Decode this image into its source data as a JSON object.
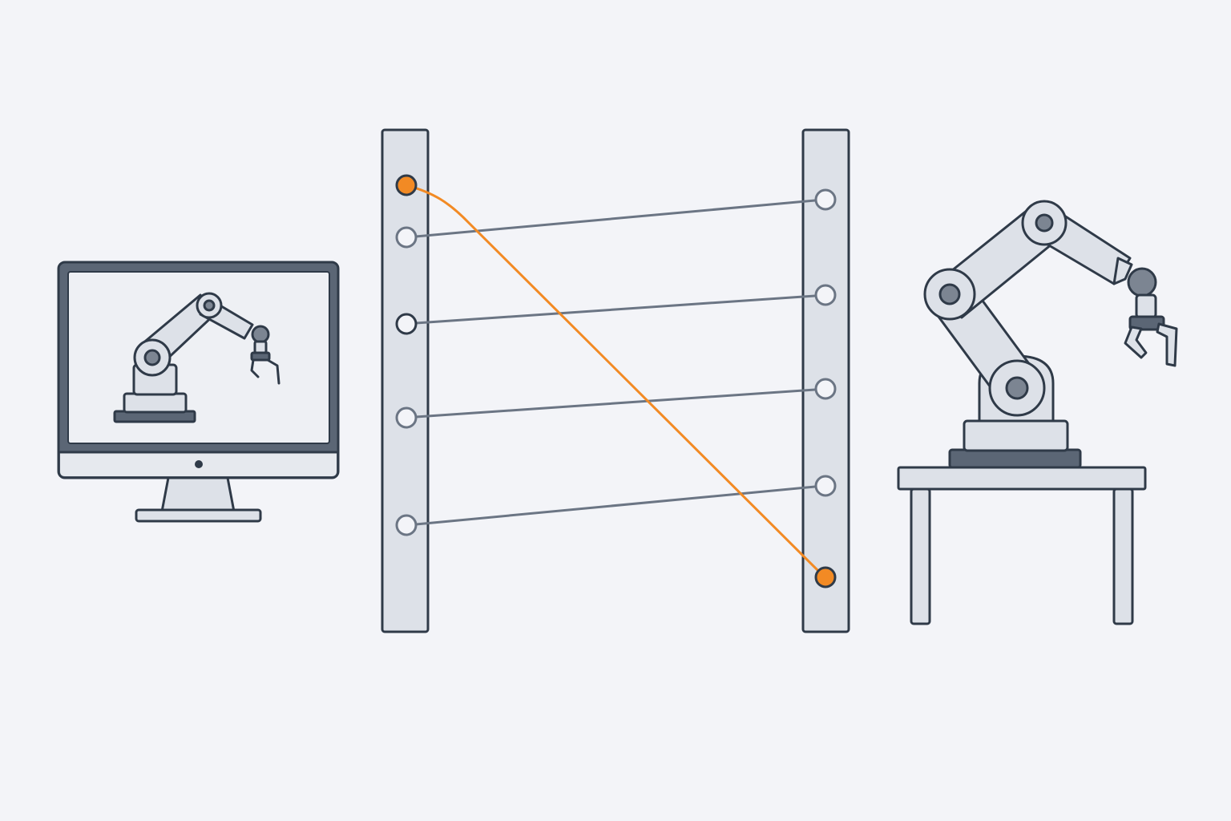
{
  "colors": {
    "background": "#f3f4f8",
    "outline": "#2f3a48",
    "panel": "#dde1e8",
    "accent": "#f28a24",
    "connection": "#6b7584"
  },
  "icons": {
    "computer": "monitor-icon",
    "simulated_robot": "robot-arm-icon",
    "physical_robot": "robot-arm-icon",
    "table": "table-icon"
  },
  "diagram": {
    "left_ports": 5,
    "right_ports": 5,
    "connections": [
      {
        "from": 1,
        "to": 0
      },
      {
        "from": 2,
        "to": 1
      },
      {
        "from": 3,
        "to": 2
      },
      {
        "from": 4,
        "to": 3
      }
    ],
    "highlighted_connection": {
      "from": "top-left",
      "to": "bottom-right"
    }
  }
}
